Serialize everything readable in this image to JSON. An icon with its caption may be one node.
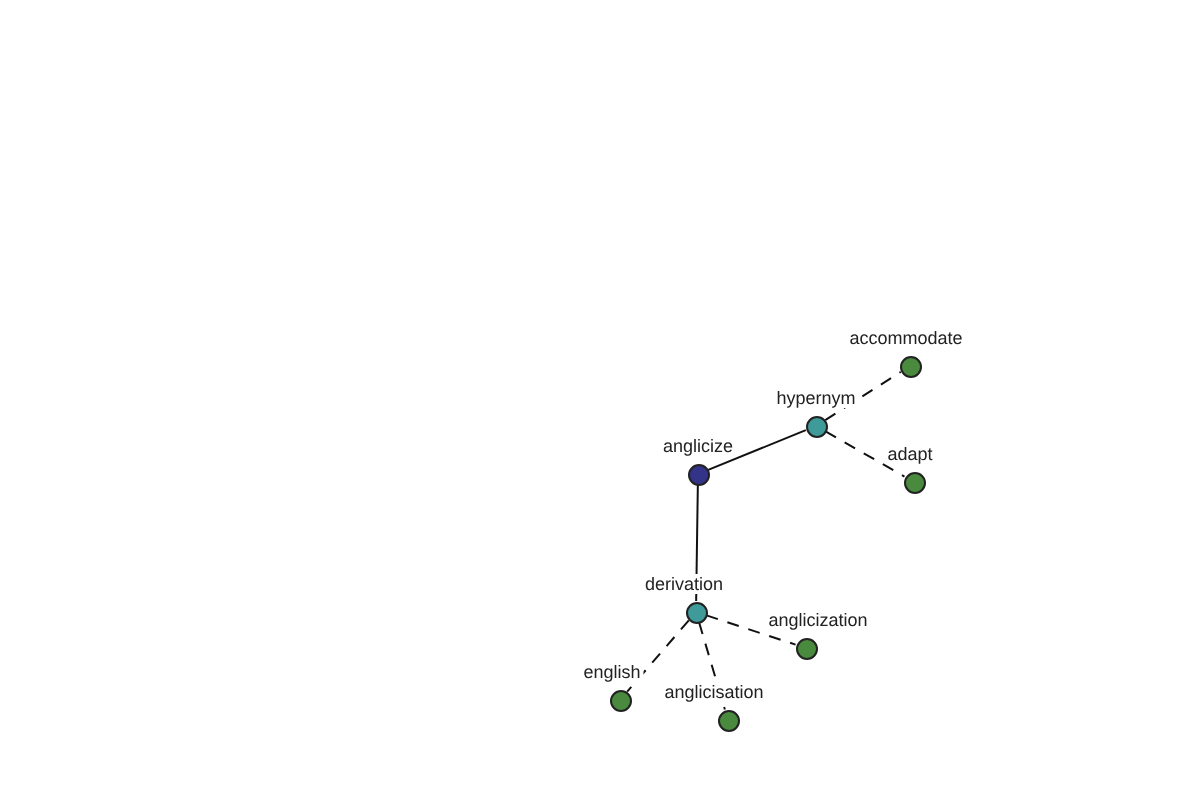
{
  "diagram": {
    "nodes": [
      {
        "text": [
          "anglicize"
        ]
      },
      {
        "text": [
          "hypernym"
        ]
      },
      {
        "text": [
          "accommodate"
        ]
      },
      {
        "text": [
          "adapt"
        ]
      },
      {
        "text": [
          "derivation"
        ]
      },
      {
        "text": [
          "anglicization"
        ]
      },
      {
        "text": [
          "english"
        ]
      },
      {
        "text": [
          "anglicisation"
        ]
      }
    ],
    "edges": [
      {
        "from": 0,
        "to": 1,
        "arrow": "none"
      },
      {
        "from": 0,
        "to": 4,
        "arrow": "none"
      },
      {
        "from": 1,
        "to": 2,
        "arrow": "none",
        "style": "dashed"
      },
      {
        "from": 1,
        "to": 3,
        "arrow": "none",
        "style": "dashed"
      },
      {
        "from": 4,
        "to": 5,
        "arrow": "none",
        "style": "dashed"
      },
      {
        "from": 4,
        "to": 6,
        "arrow": "none",
        "style": "dashed"
      },
      {
        "from": 4,
        "to": 7,
        "arrow": "none",
        "style": "dashed"
      }
    ]
  }
}
